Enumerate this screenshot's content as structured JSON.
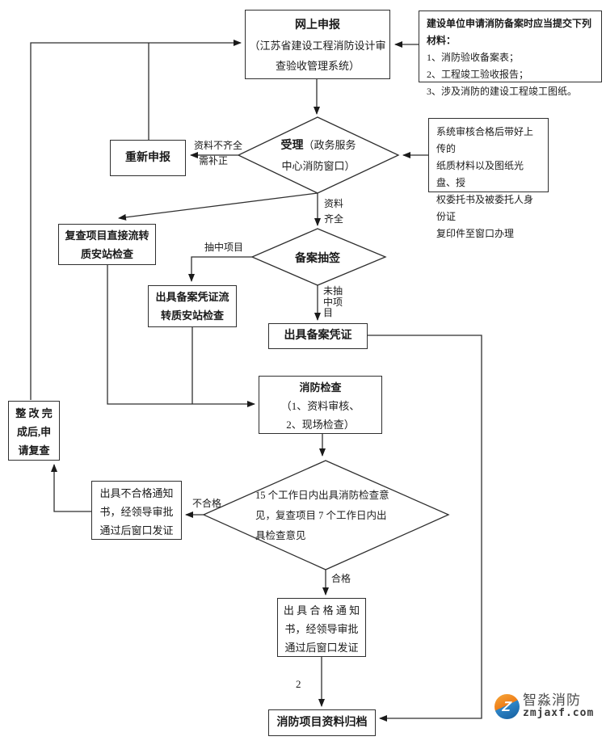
{
  "flowchart": {
    "online_declare": {
      "title": "网上申报",
      "subtitle1": "（江苏省建设工程消防设计审",
      "subtitle2": "查验收管理系统）"
    },
    "materials_note": {
      "heading": "建设单位申请消防备案时应当提交下列材料：",
      "items": [
        "1、消防验收备案表；",
        "2、工程竣工验收报告；",
        "3、涉及消防的建设工程竣工图纸。"
      ]
    },
    "redeclare": {
      "label": "重新申报"
    },
    "window_note": {
      "lines": [
        "系统审核合格后带好上传的",
        "纸质材料以及图纸光盘、授",
        "权委托书及被委托人身份证",
        "复印件至窗口办理"
      ]
    },
    "accept": {
      "title_bold": "受理",
      "title_rest": "（政务服务",
      "line2": "中心消防窗口）"
    },
    "recheck_direct": {
      "line1": "复查项目直接流转",
      "line2": "质安站检查"
    },
    "lottery": {
      "label": "备案抽签"
    },
    "issue_cert_transfer": {
      "line1": "出具备案凭证流",
      "line2": "转质安站检查"
    },
    "issue_cert": {
      "label": "出具备案凭证"
    },
    "fire_check": {
      "title": "消防检查",
      "line1": "（1、资料审核、",
      "line2": "2、现场检查）"
    },
    "rectify": {
      "line1": "整 改 完",
      "line2": "成后,申",
      "line3": "请复查"
    },
    "opinion": {
      "line1": "15 个工作日内出具消防检查意",
      "line2": "见，复查项目 7 个工作日内出",
      "line3": "具检查意见"
    },
    "fail_notice": {
      "line1": "出具不合格通知",
      "line2": "书，经领导审批",
      "line3": "通过后窗口发证"
    },
    "pass_notice": {
      "line1": "出 具 合 格 通 知",
      "line2": "书，经领导审批",
      "line3": "通过后窗口发证"
    },
    "archive": {
      "label": "消防项目资料归档"
    },
    "labels": {
      "incomplete1": "资料不齐全",
      "incomplete2": "需补正",
      "complete1": "资料",
      "complete2": "齐全",
      "drawn": "抽中项目",
      "not_drawn1": "未抽",
      "not_drawn2": "中项",
      "not_drawn3": "目",
      "fail": "不合格",
      "pass": "合格",
      "page_number": "2"
    }
  },
  "watermark": {
    "brand": "智淼消防",
    "domain": "zmjaxf.com",
    "logo_glyph": "Z",
    "logo_orange": "#ee7d18",
    "logo_blue": "#2e86c8"
  },
  "colors": {
    "line": "#2f2f2f",
    "text": "#1a1a1a"
  }
}
